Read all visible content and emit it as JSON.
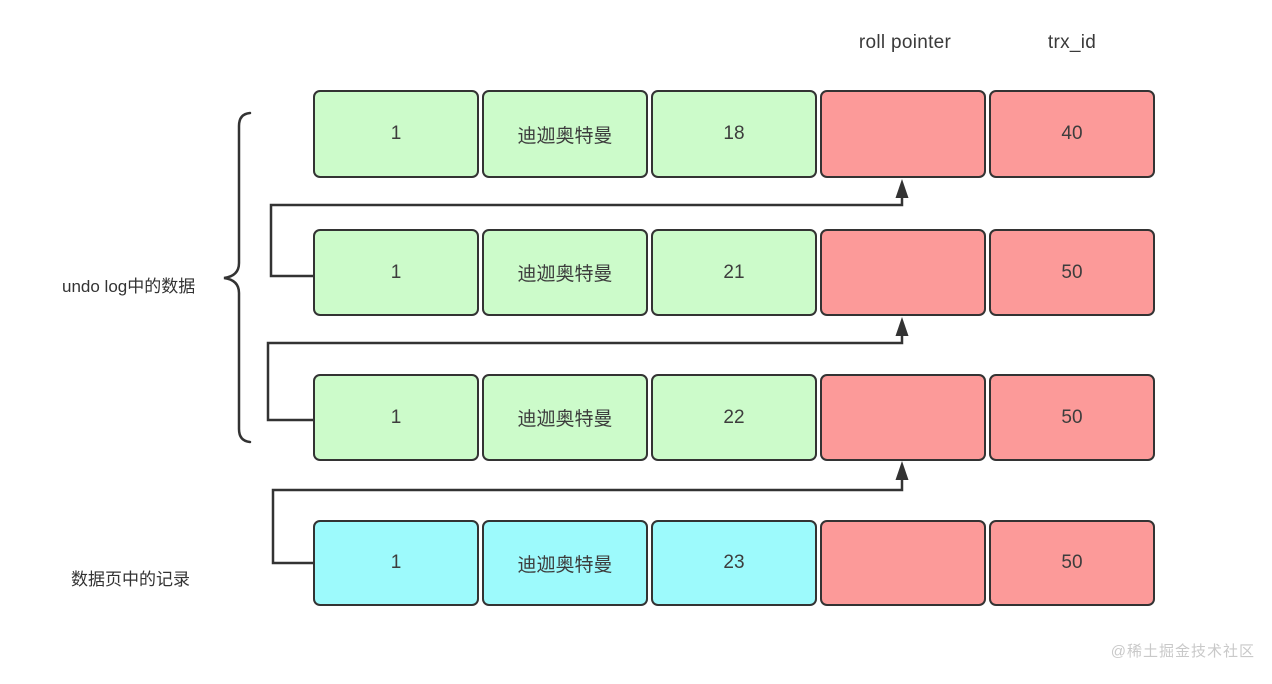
{
  "header": {
    "roll_pointer": "roll pointer",
    "trx_id": "trx_id"
  },
  "labels": {
    "undo_log": "undo log中的数据",
    "data_page": "数据页中的记录"
  },
  "rows": [
    {
      "name": "undo-log-row-1",
      "kind": "undo-log",
      "cells": [
        {
          "value": "1"
        },
        {
          "value": "迪迦奥特曼"
        },
        {
          "value": "18"
        },
        {
          "value": ""
        },
        {
          "value": "40"
        }
      ]
    },
    {
      "name": "undo-log-row-2",
      "kind": "undo-log",
      "cells": [
        {
          "value": "1"
        },
        {
          "value": "迪迦奥特曼"
        },
        {
          "value": "21"
        },
        {
          "value": ""
        },
        {
          "value": "50"
        }
      ]
    },
    {
      "name": "undo-log-row-3",
      "kind": "undo-log",
      "cells": [
        {
          "value": "1"
        },
        {
          "value": "迪迦奥特曼"
        },
        {
          "value": "22"
        },
        {
          "value": ""
        },
        {
          "value": "50"
        }
      ]
    },
    {
      "name": "data-page-row",
      "kind": "data-page",
      "cells": [
        {
          "value": "1"
        },
        {
          "value": "迪迦奥特曼"
        },
        {
          "value": "23"
        },
        {
          "value": ""
        },
        {
          "value": "50"
        }
      ]
    }
  ],
  "watermark": "@稀土掘金技术社区",
  "colors": {
    "undo_data_fill": "#ccfbca",
    "current_data_fill": "#9dfafc",
    "pointer_fill": "#fc9a99",
    "stroke": "#333333",
    "watermark": "#c9c9c9"
  }
}
